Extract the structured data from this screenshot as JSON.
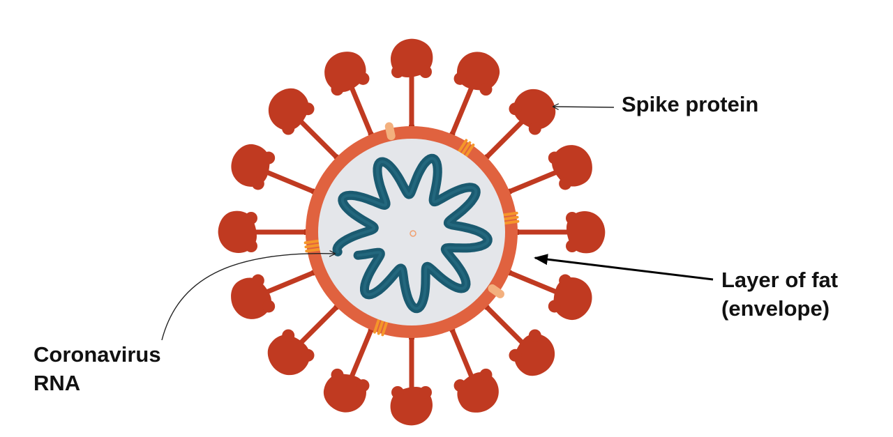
{
  "labels": {
    "spike_protein": "Spike protein",
    "layer_of_fat_line1": "Layer of fat",
    "layer_of_fat_line2": "(envelope)",
    "coronavirus_rna_line1": "Coronavirus",
    "coronavirus_rna_line2": "RNA"
  },
  "colors": {
    "spike": "#c03a21",
    "envelope": "#e0623f",
    "interior": "#e4e6ea",
    "rna": "#1a5a70",
    "membrane_protein": "#f5962a",
    "envelope_protein": "#f3b07e",
    "text": "#111111",
    "arrow": "#222222"
  }
}
